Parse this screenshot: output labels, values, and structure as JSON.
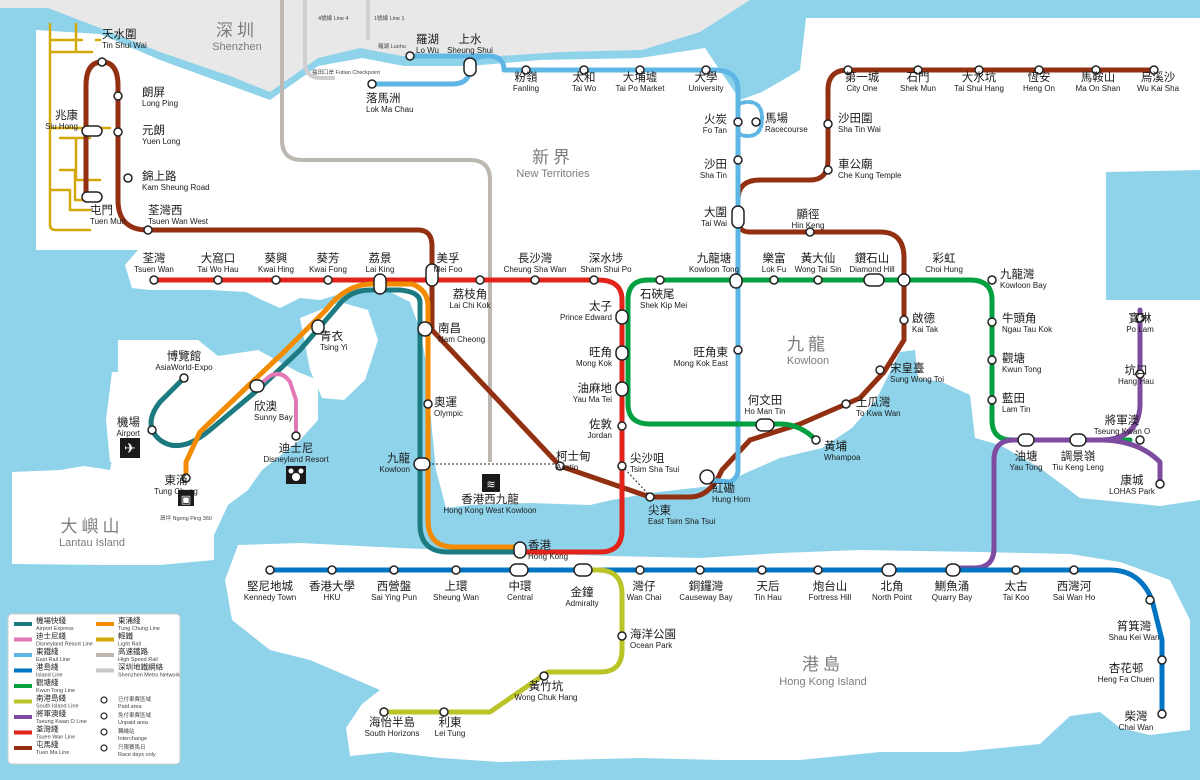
{
  "regions": {
    "shenzhen": {
      "zh": "深圳",
      "en": "Shenzhen"
    },
    "new_territories": {
      "zh": "新界",
      "en": "New Territories"
    },
    "kowloon": {
      "zh": "九龍",
      "en": "Kowloon"
    },
    "hong_kong_island": {
      "zh": "港島",
      "en": "Hong Kong Island"
    },
    "lantau": {
      "zh": "大嶼山",
      "en": "Lantau Island"
    }
  },
  "shenzhen_metro": {
    "line4": "4號線 Line 4",
    "line1": "1號線 Line 1",
    "futian": "福田口岸 Futian Checkpoint",
    "luohu": "羅湖 Luohu"
  },
  "line_colors": {
    "airport_express": "#1c7b80",
    "disneyland_resort": "#e279b6",
    "east_rail": "#5eb6e4",
    "island": "#0075c2",
    "kwun_tong": "#00a040",
    "south_island": "#bac429",
    "tseung_kwan_o": "#7d4ca0",
    "tsuen_wan": "#e2231a",
    "tuen_ma": "#923011",
    "tung_chung": "#f38b00",
    "light_rail": "#d3a809",
    "high_speed_rail": "#bcb7b0",
    "shenzhen_metro": "#c8c8c8"
  },
  "stations": {
    "lo_wu": {
      "zh": "羅湖",
      "en": "Lo Wu"
    },
    "sheung_shui": {
      "zh": "上水",
      "en": "Sheung Shui"
    },
    "lok_ma_chau": {
      "zh": "落馬洲",
      "en": "Lok Ma Chau"
    },
    "fanling": {
      "zh": "粉嶺",
      "en": "Fanling"
    },
    "tai_wo": {
      "zh": "太和",
      "en": "Tai Wo"
    },
    "tai_po_market": {
      "zh": "大埔墟",
      "en": "Tai Po Market"
    },
    "university": {
      "zh": "大學",
      "en": "University"
    },
    "fo_tan": {
      "zh": "火炭",
      "en": "Fo Tan"
    },
    "racecourse": {
      "zh": "馬場",
      "en": "Racecourse"
    },
    "sha_tin": {
      "zh": "沙田",
      "en": "Sha Tin"
    },
    "tai_wai": {
      "zh": "大圍",
      "en": "Tai Wai"
    },
    "city_one": {
      "zh": "第一城",
      "en": "City One"
    },
    "shek_mun": {
      "zh": "石門",
      "en": "Shek Mun"
    },
    "tai_shui_hang": {
      "zh": "大水坑",
      "en": "Tai Shui Hang"
    },
    "heng_on": {
      "zh": "恆安",
      "en": "Heng On"
    },
    "ma_on_shan": {
      "zh": "馬鞍山",
      "en": "Ma On Shan"
    },
    "wu_kai_sha": {
      "zh": "烏溪沙",
      "en": "Wu Kai Sha"
    },
    "sha_tin_wai": {
      "zh": "沙田圍",
      "en": "Sha Tin Wai"
    },
    "che_kung_temple": {
      "zh": "車公廟",
      "en": "Che Kung Temple"
    },
    "hin_keng": {
      "zh": "顯徑",
      "en": "Hin Keng"
    },
    "tin_shui_wai": {
      "zh": "天水圍",
      "en": "Tin Shui Wai"
    },
    "long_ping": {
      "zh": "朗屏",
      "en": "Long Ping"
    },
    "siu_hong": {
      "zh": "兆康",
      "en": "Siu Hong"
    },
    "yuen_long": {
      "zh": "元朗",
      "en": "Yuen Long"
    },
    "kam_sheung_road": {
      "zh": "錦上路",
      "en": "Kam Sheung Road"
    },
    "tuen_mun": {
      "zh": "屯門",
      "en": "Tuen Mun"
    },
    "tsuen_wan_west": {
      "zh": "荃灣西",
      "en": "Tsuen Wan West"
    },
    "tsuen_wan": {
      "zh": "荃灣",
      "en": "Tsuen Wan"
    },
    "tai_wo_hau": {
      "zh": "大窩口",
      "en": "Tai Wo Hau"
    },
    "kwai_hing": {
      "zh": "葵興",
      "en": "Kwai Hing"
    },
    "kwai_fong": {
      "zh": "葵芳",
      "en": "Kwai Fong"
    },
    "lai_king": {
      "zh": "荔景",
      "en": "Lai King"
    },
    "mei_foo": {
      "zh": "美孚",
      "en": "Mei Foo"
    },
    "lai_chi_kok": {
      "zh": "荔枝角",
      "en": "Lai Chi Kok"
    },
    "cheung_sha_wan": {
      "zh": "長沙灣",
      "en": "Cheung Sha Wan"
    },
    "sham_shui_po": {
      "zh": "深水埗",
      "en": "Sham Shui Po"
    },
    "kowloon_tong": {
      "zh": "九龍塘",
      "en": "Kowloon Tong"
    },
    "lok_fu": {
      "zh": "樂富",
      "en": "Lok Fu"
    },
    "wong_tai_sin": {
      "zh": "黃大仙",
      "en": "Wong Tai Sin"
    },
    "diamond_hill": {
      "zh": "鑽石山",
      "en": "Diamond Hill"
    },
    "choi_hung": {
      "zh": "彩虹",
      "en": "Choi Hung"
    },
    "kowloon_bay": {
      "zh": "九龍灣",
      "en": "Kowloon Bay"
    },
    "ngau_tau_kok": {
      "zh": "牛頭角",
      "en": "Ngau Tau Kok"
    },
    "kwun_tong": {
      "zh": "觀塘",
      "en": "Kwun Tong"
    },
    "lam_tin": {
      "zh": "藍田",
      "en": "Lam Tin"
    },
    "yau_tong": {
      "zh": "油塘",
      "en": "Yau Tong"
    },
    "tiu_keng_leng": {
      "zh": "調景嶺",
      "en": "Tiu Keng Leng"
    },
    "tseung_kwan_o": {
      "zh": "將軍澳",
      "en": "Tseung Kwan O"
    },
    "po_lam": {
      "zh": "寶琳",
      "en": "Po Lam"
    },
    "hang_hau": {
      "zh": "坑口",
      "en": "Hang Hau"
    },
    "lohas_park": {
      "zh": "康城",
      "en": "LOHAS Park"
    },
    "kai_tak": {
      "zh": "啟德",
      "en": "Kai Tak"
    },
    "sung_wong_toi": {
      "zh": "宋皇臺",
      "en": "Sung Wong Toi"
    },
    "to_kwa_wan": {
      "zh": "土瓜灣",
      "en": "To Kwa Wan"
    },
    "ho_man_tin": {
      "zh": "何文田",
      "en": "Ho Man Tin"
    },
    "whampoa": {
      "zh": "黃埔",
      "en": "Whampoa"
    },
    "hung_hom": {
      "zh": "紅磡",
      "en": "Hung Hom"
    },
    "east_tsim_sha_tsui": {
      "zh": "尖東",
      "en": "East Tsim Sha Tsui"
    },
    "tsim_sha_tsui": {
      "zh": "尖沙咀",
      "en": "Tsim Sha Tsui"
    },
    "jordan": {
      "zh": "佐敦",
      "en": "Jordan"
    },
    "yau_ma_tei": {
      "zh": "油麻地",
      "en": "Yau Ma Tei"
    },
    "mong_kok": {
      "zh": "旺角",
      "en": "Mong Kok"
    },
    "prince_edward": {
      "zh": "太子",
      "en": "Prince Edward"
    },
    "shek_kip_mei": {
      "zh": "石硤尾",
      "en": "Shek Kip Mei"
    },
    "mong_kok_east": {
      "zh": "旺角東",
      "en": "Mong Kok East"
    },
    "nam_cheong": {
      "zh": "南昌",
      "en": "Nam Cheong"
    },
    "olympic": {
      "zh": "奧運",
      "en": "Olympic"
    },
    "kowloon": {
      "zh": "九龍",
      "en": "Kowloon"
    },
    "austin": {
      "zh": "柯士甸",
      "en": "Austin"
    },
    "hong_kong_west_kowloon": {
      "zh": "香港西九龍",
      "en": "Hong Kong West Kowloon"
    },
    "tsing_yi": {
      "zh": "青衣",
      "en": "Tsing Yi"
    },
    "asiaworld_expo": {
      "zh": "博覽館",
      "en": "AsiaWorld-Expo"
    },
    "airport": {
      "zh": "機場",
      "en": "Airport"
    },
    "sunny_bay": {
      "zh": "欣澳",
      "en": "Sunny Bay"
    },
    "disneyland_resort": {
      "zh": "迪士尼",
      "en": "Disneyland Resort"
    },
    "tung_chung": {
      "zh": "東涌",
      "en": "Tung Chung"
    },
    "ngong_ping": {
      "text": "昂坪 Ngong Ping 360"
    },
    "hong_kong": {
      "zh": "香港",
      "en": "Hong Kong"
    },
    "kennedy_town": {
      "zh": "堅尼地城",
      "en": "Kennedy Town"
    },
    "hku": {
      "zh": "香港大學",
      "en": "HKU"
    },
    "sai_ying_pun": {
      "zh": "西營盤",
      "en": "Sai Ying Pun"
    },
    "sheung_wan": {
      "zh": "上環",
      "en": "Sheung Wan"
    },
    "central": {
      "zh": "中環",
      "en": "Central"
    },
    "admiralty": {
      "zh": "金鐘",
      "en": "Admiralty"
    },
    "wan_chai": {
      "zh": "灣仔",
      "en": "Wan Chai"
    },
    "causeway_bay": {
      "zh": "銅鑼灣",
      "en": "Causeway Bay"
    },
    "tin_hau": {
      "zh": "天后",
      "en": "Tin Hau"
    },
    "fortress_hill": {
      "zh": "炮台山",
      "en": "Fortress Hill"
    },
    "north_point": {
      "zh": "北角",
      "en": "North Point"
    },
    "quarry_bay": {
      "zh": "鰂魚涌",
      "en": "Quarry Bay"
    },
    "tai_koo": {
      "zh": "太古",
      "en": "Tai Koo"
    },
    "sai_wan_ho": {
      "zh": "西灣河",
      "en": "Sai Wan Ho"
    },
    "shau_kei_wan": {
      "zh": "筲箕灣",
      "en": "Shau Kei Wan"
    },
    "heng_fa_chuen": {
      "zh": "杏花邨",
      "en": "Heng Fa Chuen"
    },
    "chai_wan": {
      "zh": "柴灣",
      "en": "Chai Wan"
    },
    "ocean_park": {
      "zh": "海洋公園",
      "en": "Ocean Park"
    },
    "wong_chuk_hang": {
      "zh": "黃竹坑",
      "en": "Wong Chuk Hang"
    },
    "lei_tung": {
      "zh": "利東",
      "en": "Lei Tung"
    },
    "south_horizons": {
      "zh": "海怡半島",
      "en": "South Horizons"
    }
  },
  "legend": {
    "lines": [
      {
        "zh": "機場快綫",
        "en": "Airport Express",
        "color": "#1c7b80"
      },
      {
        "zh": "迪士尼綫",
        "en": "Disneyland Resort Line",
        "color": "#e279b6"
      },
      {
        "zh": "東鐵綫",
        "en": "East Rail Line",
        "color": "#5eb6e4"
      },
      {
        "zh": "港島綫",
        "en": "Island Line",
        "color": "#0075c2"
      },
      {
        "zh": "觀塘綫",
        "en": "Kwun Tong Line",
        "color": "#00a040"
      },
      {
        "zh": "南港島綫",
        "en": "South Island Line",
        "color": "#bac429"
      },
      {
        "zh": "將軍澳綫",
        "en": "Tseung Kwan O Line",
        "color": "#7d4ca0"
      },
      {
        "zh": "荃灣綫",
        "en": "Tsuen Wan Line",
        "color": "#e2231a"
      },
      {
        "zh": "屯馬綫",
        "en": "Tuen Ma Line",
        "color": "#923011"
      }
    ],
    "lines_right": [
      {
        "zh": "東涌綫",
        "en": "Tung Chung Line",
        "color": "#f38b00"
      },
      {
        "zh": "輕鐵",
        "en": "Light Rail",
        "color": "#d3a809"
      },
      {
        "zh": "高速鐵路",
        "en": "High Speed Rail",
        "color": "#bcb7b0"
      },
      {
        "zh": "深圳地鐵網絡",
        "en": "Shenzhen Metro Network",
        "color": "#c8c8c8"
      }
    ],
    "symbols": [
      {
        "zh": "已付車費區域",
        "en": "Paid area"
      },
      {
        "zh": "免付車費區域",
        "en": "Unpaid area"
      },
      {
        "zh": "轉綫站",
        "en": "Interchange"
      },
      {
        "zh": "只限賽馬日",
        "en": "Race days only"
      }
    ]
  }
}
